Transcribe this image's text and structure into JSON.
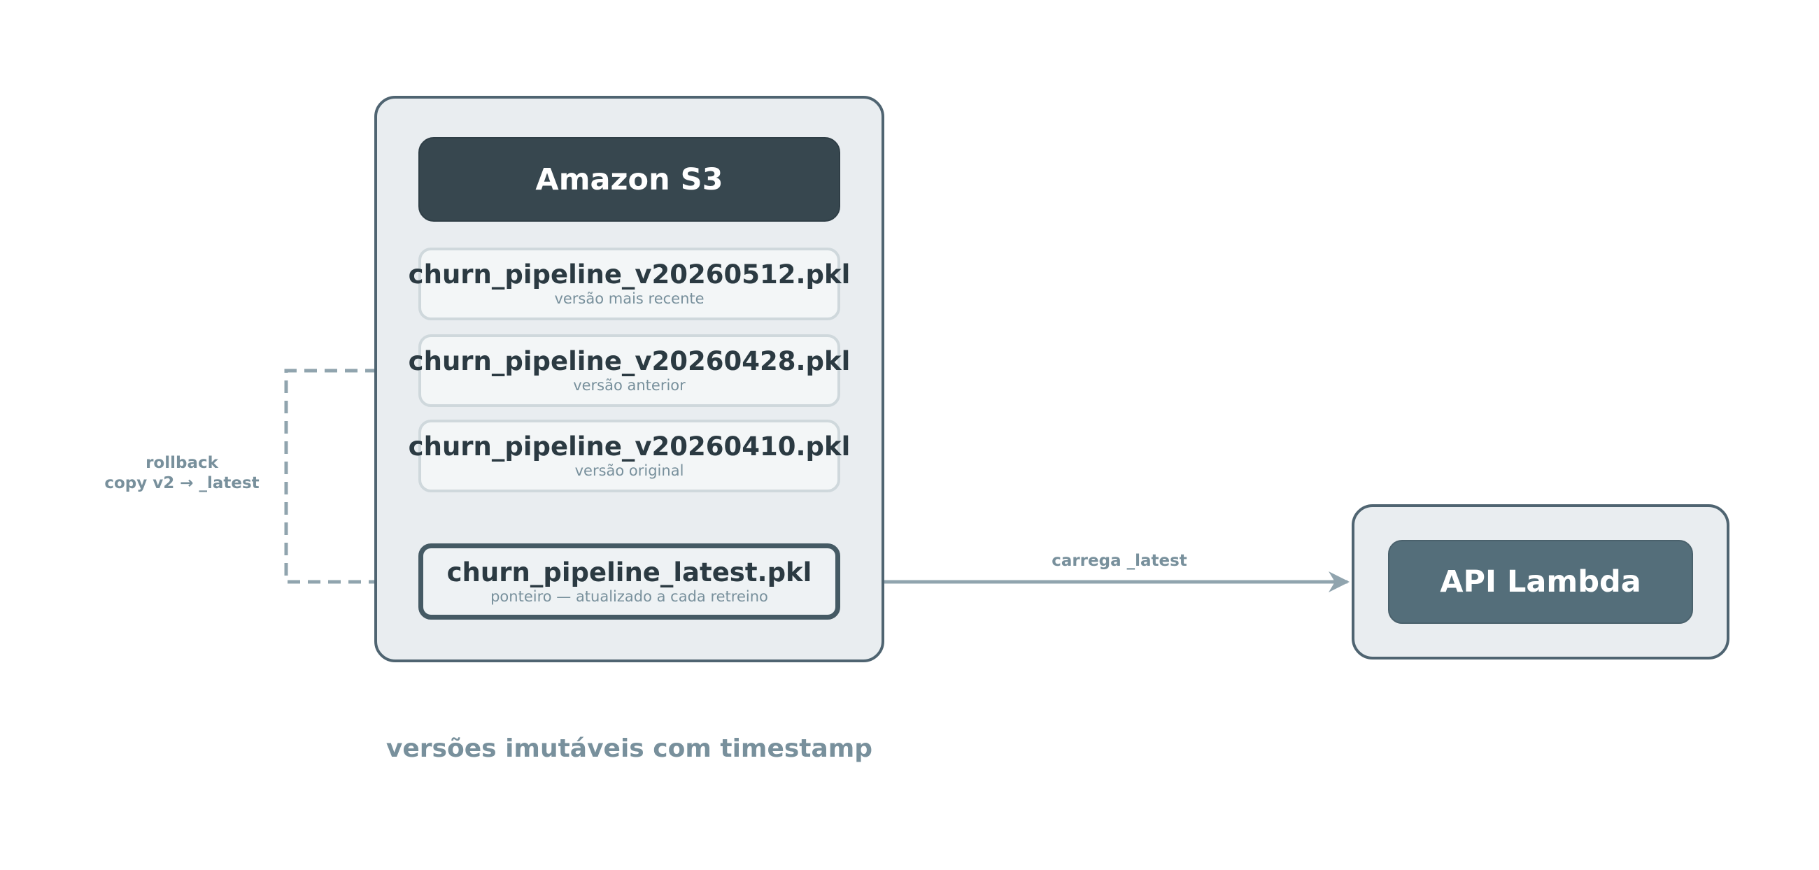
{
  "s3": {
    "title": "Amazon S3",
    "versions": [
      {
        "name": "churn_pipeline_v20260512.pkl",
        "caption": "versão mais recente"
      },
      {
        "name": "churn_pipeline_v20260428.pkl",
        "caption": "versão anterior"
      },
      {
        "name": "churn_pipeline_v20260410.pkl",
        "caption": "versão original"
      }
    ],
    "latest": {
      "name": "churn_pipeline_latest.pkl",
      "caption": "ponteiro — atualizado a cada retreino"
    }
  },
  "lambda": {
    "title": "API Lambda"
  },
  "edges": {
    "rollback_line1": "rollback",
    "rollback_line2": "copy v2 → _latest",
    "load": "carrega _latest"
  },
  "footnote": "versões imutáveis com timestamp",
  "colors": {
    "container_border": "#4f6471",
    "container_fill": "#e9edf0",
    "header_fill": "#37474f",
    "lambda_fill": "#546e7a",
    "arrow": "#90a4ae",
    "muted_text": "#78909c"
  }
}
